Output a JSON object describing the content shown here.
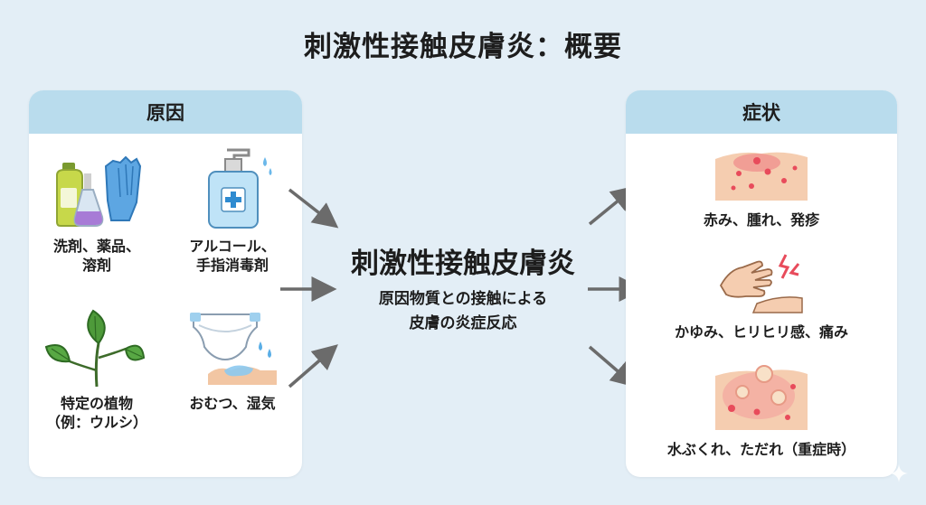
{
  "title": "刺激性接触皮膚炎：概要",
  "causes": {
    "header": "原因",
    "items": [
      {
        "line1": "洗剤、薬品、",
        "line2": "溶剤",
        "icon": "cleaning-products-icon"
      },
      {
        "line1": "アルコール、",
        "line2": "手指消毒剤",
        "icon": "sanitizer-bottle-icon"
      },
      {
        "line1": "特定の植物",
        "line2": "（例：ウルシ）",
        "icon": "plant-leaves-icon"
      },
      {
        "line1": "おむつ、湿気",
        "line2": "",
        "icon": "diaper-icon"
      }
    ]
  },
  "center": {
    "title": "刺激性接触皮膚炎",
    "desc_line1": "原因物質との接触による",
    "desc_line2": "皮膚の炎症反応"
  },
  "symptoms": {
    "header": "症状",
    "items": [
      {
        "label": "赤み、腫れ、発疹",
        "icon": "red-rash-skin-icon"
      },
      {
        "label": "かゆみ、ヒリヒリ感、痛み",
        "icon": "itching-hand-icon"
      },
      {
        "label": "水ぶくれ、ただれ（重症時）",
        "icon": "blisters-skin-icon"
      }
    ]
  },
  "colors": {
    "background": "#e3eef6",
    "panel_header": "#b9dced",
    "arrow": "#6b6b6b",
    "skin": "#f5cdb0",
    "rash": "#e84b5b"
  }
}
